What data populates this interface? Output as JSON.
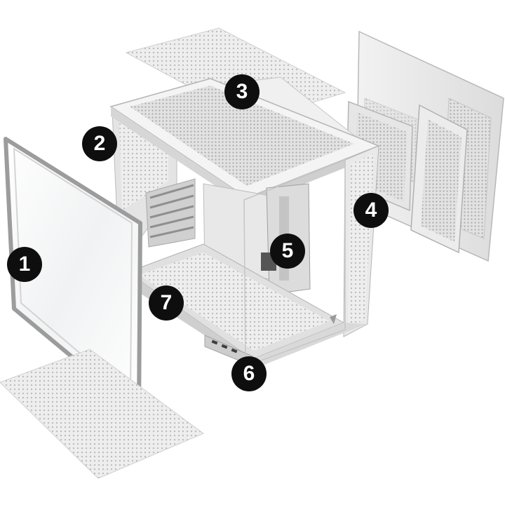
{
  "callouts": [
    {
      "label": "1",
      "part": "tempered-glass-front-panel"
    },
    {
      "label": "2",
      "part": "side-mesh-panel"
    },
    {
      "label": "3",
      "part": "top-mesh-dust-filter"
    },
    {
      "label": "4",
      "part": "rear-side-panel"
    },
    {
      "label": "5",
      "part": "internal-bracket"
    },
    {
      "label": "6",
      "part": "front-io-ports"
    },
    {
      "label": "7",
      "part": "perforated-bottom-tray"
    }
  ],
  "colors": {
    "background": "#ffffff",
    "callout_fill": "#0e0e0e",
    "callout_text": "#ffffff",
    "case_body": "#e9e9e9",
    "case_shadow": "#c9c9c9",
    "glass_tint": "#f3f4f5"
  }
}
